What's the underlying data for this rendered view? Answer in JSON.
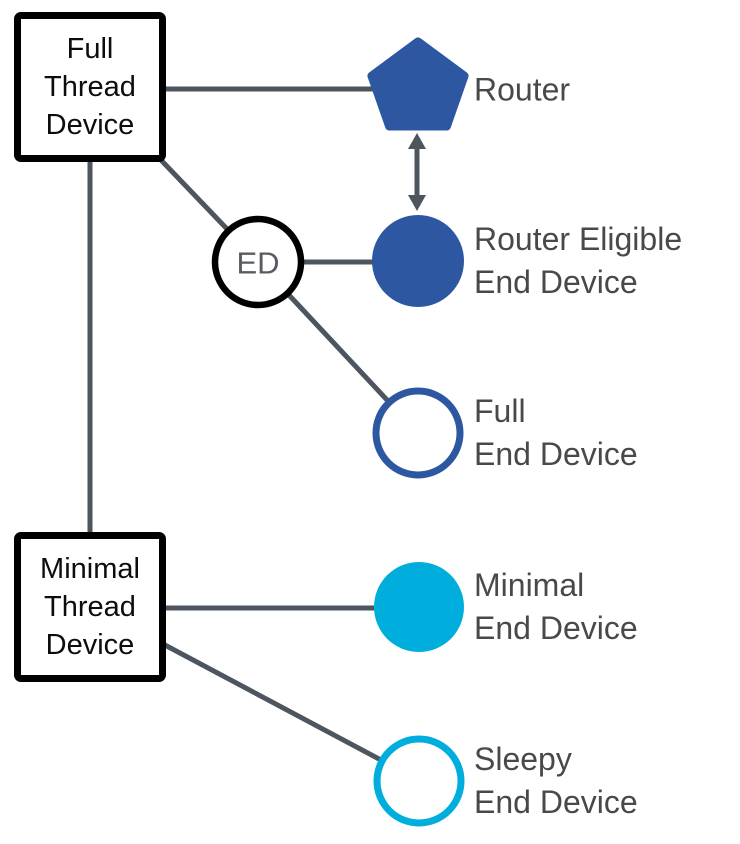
{
  "diagram": {
    "full_thread_device": {
      "lines": [
        "Full",
        "Thread",
        "Device"
      ]
    },
    "minimal_thread_device": {
      "lines": [
        "Minimal",
        "Thread",
        "Device"
      ]
    },
    "ed_badge": "ED",
    "nodes": {
      "router": {
        "label_lines": [
          "Router"
        ]
      },
      "router_eligible_end_device": {
        "label_lines": [
          "Router Eligible",
          "End Device"
        ]
      },
      "full_end_device": {
        "label_lines": [
          "Full",
          "End Device"
        ]
      },
      "minimal_end_device": {
        "label_lines": [
          "Minimal",
          "End Device"
        ]
      },
      "sleepy_end_device": {
        "label_lines": [
          "Sleepy",
          "End Device"
        ]
      }
    },
    "colors": {
      "router_blue": "#2d57a0",
      "minimal_cyan": "#00aedd",
      "connector_line": "#4d565e",
      "label_text": "#47494b",
      "box_border": "#000000"
    }
  }
}
